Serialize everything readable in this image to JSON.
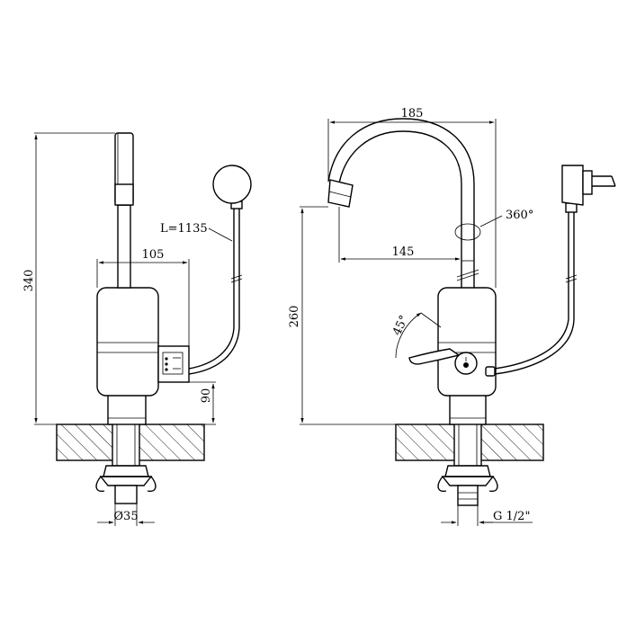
{
  "dimensions": {
    "front": {
      "height_total": "340",
      "body_width": "105",
      "cable_length": "L=1135",
      "base_to_outlet": "90",
      "mount_diameter": "Ø35"
    },
    "side": {
      "spout_reach_total": "185",
      "spout_reach": "145",
      "swivel": "360°",
      "spout_height": "260",
      "lever_angle": "45°",
      "thread": "G 1/2\""
    }
  }
}
